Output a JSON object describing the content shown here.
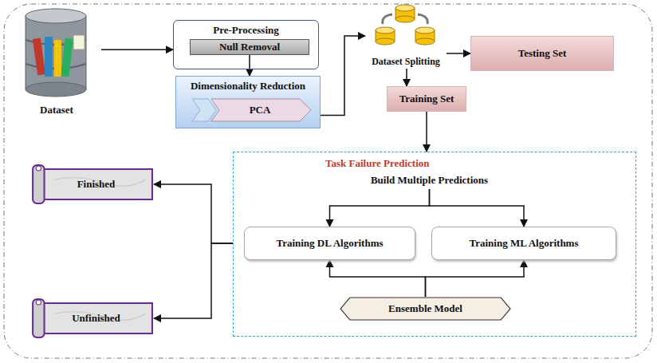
{
  "diagram": {
    "nodes": [
      {
        "text": [
          "Dataset"
        ]
      },
      {
        "text": [
          "Pre-Processing"
        ]
      },
      {
        "text": [
          "Null Removal"
        ],
        "in": 1
      },
      {
        "text": [
          "Dimensionality Reduction"
        ]
      },
      {
        "text": [
          "PCA"
        ],
        "in": 3
      },
      {
        "text": [
          "Dataset Splitting"
        ]
      },
      {
        "text": [
          "Testing Set"
        ]
      },
      {
        "text": [
          "Training Set"
        ]
      },
      {
        "text": [
          "Task Failure Prediction"
        ]
      },
      {
        "text": [
          "Build Multiple Predictions"
        ],
        "in": 8
      },
      {
        "text": [
          "Training DL Algorithms"
        ],
        "in": 8
      },
      {
        "text": [
          "Training ML Algorithms"
        ],
        "in": 8
      },
      {
        "text": [
          "Ensemble Model"
        ],
        "in": 8
      },
      {
        "text": [
          "Finished"
        ]
      },
      {
        "text": [
          "Unfinished"
        ]
      }
    ],
    "edges": [
      {
        "from": 0,
        "to": 1,
        "arrow": "to"
      },
      {
        "from": 2,
        "to": 3,
        "arrow": "to"
      },
      {
        "from": 3,
        "to": 5,
        "arrow": "to"
      },
      {
        "from": 5,
        "to": 6,
        "arrow": "to"
      },
      {
        "from": 5,
        "to": 7,
        "arrow": "to"
      },
      {
        "from": 7,
        "to": 8,
        "arrow": "to"
      },
      {
        "from": 9,
        "to": 10,
        "arrow": "to"
      },
      {
        "from": 9,
        "to": 11,
        "arrow": "to"
      },
      {
        "from": 12,
        "to": 10,
        "arrow": "to"
      },
      {
        "from": 12,
        "to": 11,
        "arrow": "to"
      },
      {
        "from": 8,
        "to": 13,
        "arrow": "to"
      },
      {
        "from": 8,
        "to": 14,
        "arrow": "to"
      }
    ]
  }
}
